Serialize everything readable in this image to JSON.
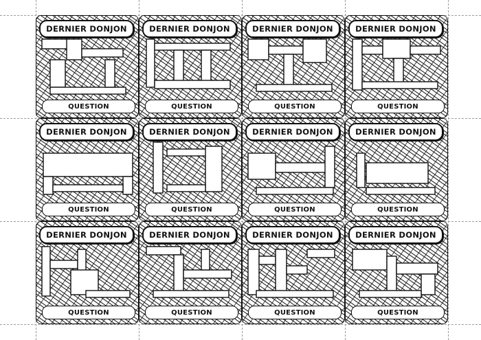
{
  "cards": [
    {
      "title": "DERNIER DONJON",
      "label": "QUESTION"
    },
    {
      "title": "DERNIER DONJON",
      "label": "QUESTION"
    },
    {
      "title": "DERNIER DONJON",
      "label": "QUESTION"
    },
    {
      "title": "DERNIER DONJON",
      "label": "QUESTION"
    },
    {
      "title": "DERNIER DONJON",
      "label": "QUESTION"
    },
    {
      "title": "DERNIER DONJON",
      "label": "QUESTION"
    },
    {
      "title": "DERNIER DONJON",
      "label": "QUESTION"
    },
    {
      "title": "DERNIER DONJON",
      "label": "QUESTION"
    },
    {
      "title": "DERNIER DONJON",
      "label": "QUESTION"
    },
    {
      "title": "DERNIER DONJON",
      "label": "QUESTION"
    },
    {
      "title": "DERNIER DONJON",
      "label": "QUESTION"
    },
    {
      "title": "DERNIER DONJON",
      "label": "QUESTION"
    }
  ],
  "colors": {
    "ink": "#111111",
    "paper": "#ffffff",
    "cutline": "#9a9a9a"
  }
}
